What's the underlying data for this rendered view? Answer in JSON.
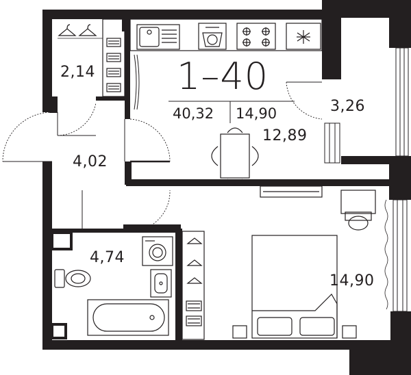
{
  "apartment": {
    "number": "1–40",
    "total_area": "40,32",
    "living_area": "14,90"
  },
  "rooms": {
    "kitchen": "12,89",
    "balcony": "3,26",
    "wardrobe": "2,14",
    "hall": "4,02",
    "bathroom": "4,74",
    "bedroom": "14,90"
  },
  "colors": {
    "wall": "#231f20",
    "line": "#231f20",
    "background": "#ffffff"
  },
  "icons": [
    "sink-icon",
    "dishwasher-icon",
    "stove-icon",
    "fridge-icon",
    "dining-table-icon",
    "desk-icon",
    "chair-icon",
    "double-bed-icon",
    "bathtub-icon",
    "toilet-icon",
    "washbasin-icon",
    "washing-machine-icon",
    "hanger-icon",
    "shelf-icon",
    "door-swing-icon",
    "window-icon"
  ]
}
